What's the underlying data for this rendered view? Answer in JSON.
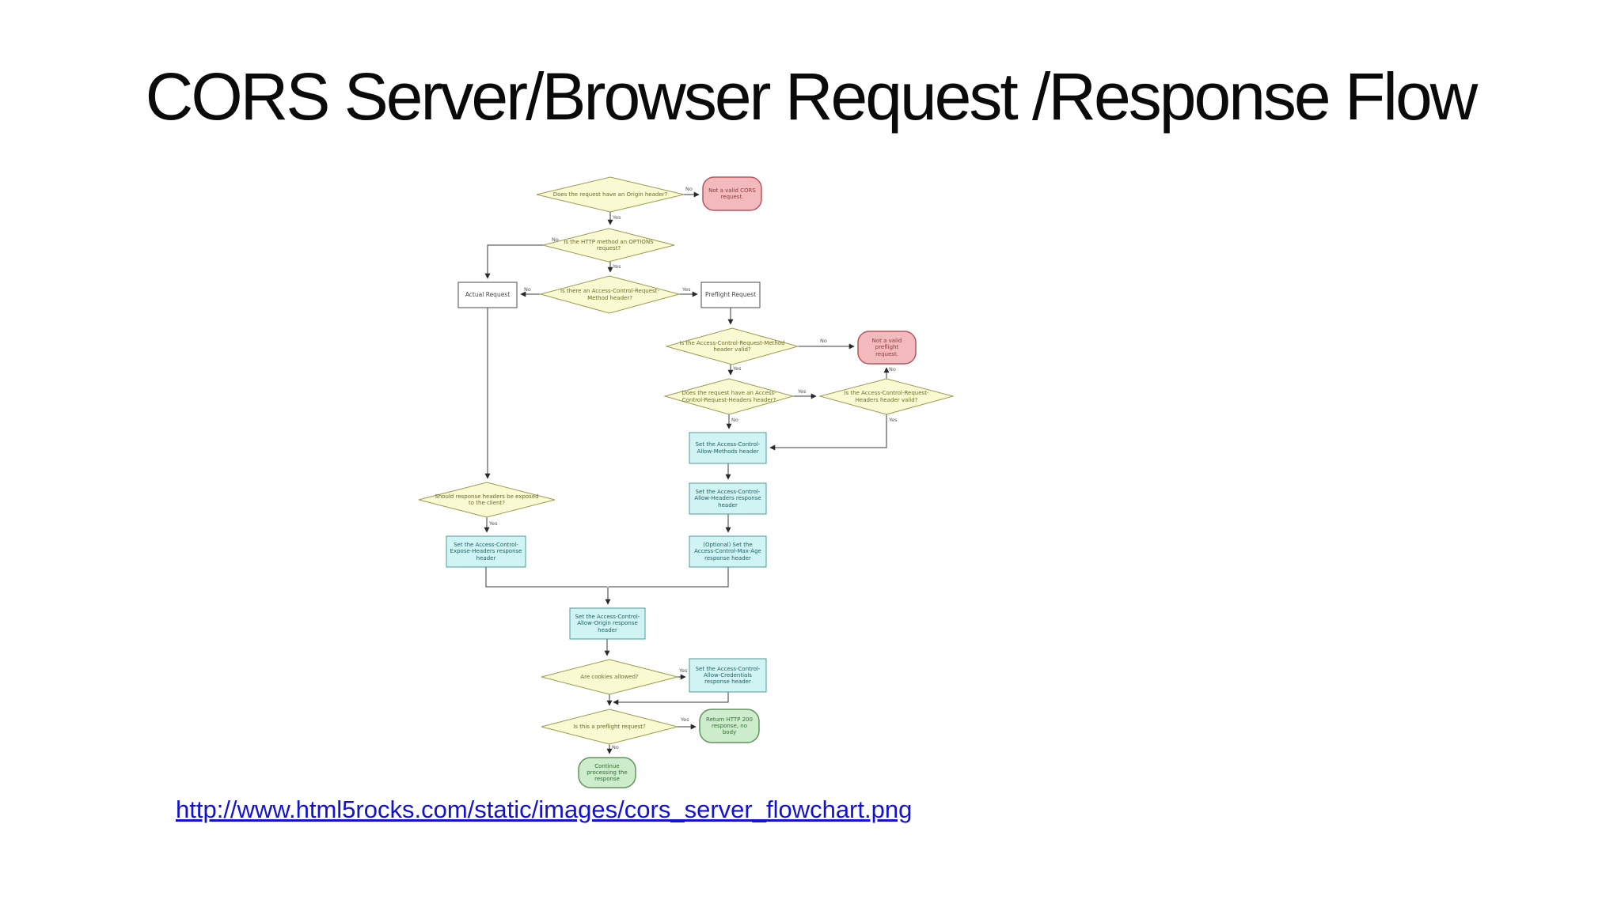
{
  "slide": {
    "title": "CORS Server/Browser Request /Response Flow",
    "source_link": "http://www.html5rocks.com/static/images/cors_server_flowchart.png"
  },
  "colors": {
    "background": "#ffffff",
    "decision_fill": "#fafad2",
    "decision_border": "#9b9b52",
    "error_fill": "#f3babd",
    "error_border": "#b3565c",
    "action_fill": "#d0f4f4",
    "action_border": "#4d9b9b",
    "success_fill": "#cdeccb",
    "success_border": "#61945d",
    "process_fill": "#ffffff",
    "process_border": "#4a4a4a",
    "connector": "#3a3a3a",
    "link_blue": "#1212cf"
  },
  "diagram": {
    "type": "flowchart",
    "nodes": {
      "origin_header": {
        "type": "decision",
        "label": "Does the request have an Origin header?"
      },
      "not_valid_cors": {
        "type": "terminator-error",
        "label": "Not a valid CORS request."
      },
      "options_method": {
        "type": "decision",
        "label": "Is the HTTP method an OPTIONS request?"
      },
      "actual_request": {
        "type": "process",
        "label": "Actual Request"
      },
      "request_method_header": {
        "type": "decision",
        "label": "Is there an Access-Control-Request-Method header?"
      },
      "preflight_request": {
        "type": "process",
        "label": "Preflight Request"
      },
      "request_method_valid": {
        "type": "decision",
        "label": "Is the Access-Control-Request-Method header valid?"
      },
      "not_valid_preflight": {
        "type": "terminator-error",
        "label": "Not a valid preflight request."
      },
      "request_headers_header": {
        "type": "decision",
        "label": "Does the request have an Access-Control-Request-Headers header?"
      },
      "request_headers_valid": {
        "type": "decision",
        "label": "Is the Access-Control-Request-Headers header valid?"
      },
      "allow_methods": {
        "type": "action",
        "label": "Set the Access-Control-Allow-Methods header"
      },
      "allow_headers": {
        "type": "action",
        "label": "Set the Access-Control-Allow-Headers response header"
      },
      "expose_headers_q": {
        "type": "decision",
        "label": "Should response headers be exposed to the client?"
      },
      "expose_headers": {
        "type": "action",
        "label": "Set the Access-Control-Expose-Headers response header"
      },
      "max_age": {
        "type": "action",
        "label": "(Optional) Set the Access-Control-Max-Age response header"
      },
      "allow_origin": {
        "type": "action",
        "label": "Set the Access-Control-Allow-Origin response header"
      },
      "cookies_q": {
        "type": "decision",
        "label": "Are cookies allowed?"
      },
      "allow_credentials": {
        "type": "action",
        "label": "Set the Access-Control-Allow-Credentials response header"
      },
      "preflight_q": {
        "type": "decision",
        "label": "Is this a preflight request?"
      },
      "http_200": {
        "type": "terminator-success",
        "label": "Return HTTP 200 response, no body"
      },
      "continue_processing": {
        "type": "terminator-success",
        "label": "Continue processing the response"
      }
    },
    "edges": [
      {
        "from": "origin_header",
        "to": "not_valid_cors",
        "label": "No"
      },
      {
        "from": "origin_header",
        "to": "options_method",
        "label": "Yes"
      },
      {
        "from": "options_method",
        "to": "actual_request",
        "label": "No"
      },
      {
        "from": "options_method",
        "to": "request_method_header",
        "label": "Yes"
      },
      {
        "from": "request_method_header",
        "to": "actual_request",
        "label": "No"
      },
      {
        "from": "request_method_header",
        "to": "preflight_request",
        "label": "Yes"
      },
      {
        "from": "preflight_request",
        "to": "request_method_valid",
        "label": ""
      },
      {
        "from": "request_method_valid",
        "to": "not_valid_preflight",
        "label": "No"
      },
      {
        "from": "request_method_valid",
        "to": "request_headers_header",
        "label": "Yes"
      },
      {
        "from": "request_headers_header",
        "to": "request_headers_valid",
        "label": "Yes"
      },
      {
        "from": "request_headers_valid",
        "to": "not_valid_preflight",
        "label": "No"
      },
      {
        "from": "request_headers_header",
        "to": "allow_methods",
        "label": "No"
      },
      {
        "from": "request_headers_valid",
        "to": "allow_methods",
        "label": "Yes"
      },
      {
        "from": "allow_methods",
        "to": "allow_headers",
        "label": ""
      },
      {
        "from": "allow_headers",
        "to": "max_age",
        "label": ""
      },
      {
        "from": "actual_request",
        "to": "expose_headers_q",
        "label": ""
      },
      {
        "from": "expose_headers_q",
        "to": "expose_headers",
        "label": "Yes"
      },
      {
        "from": "expose_headers",
        "to": "allow_origin",
        "label": ""
      },
      {
        "from": "max_age",
        "to": "allow_origin",
        "label": ""
      },
      {
        "from": "allow_origin",
        "to": "cookies_q",
        "label": ""
      },
      {
        "from": "cookies_q",
        "to": "allow_credentials",
        "label": "Yes"
      },
      {
        "from": "cookies_q",
        "to": "preflight_q",
        "label": ""
      },
      {
        "from": "allow_credentials",
        "to": "preflight_q",
        "label": ""
      },
      {
        "from": "preflight_q",
        "to": "http_200",
        "label": "Yes"
      },
      {
        "from": "preflight_q",
        "to": "continue_processing",
        "label": "No"
      }
    ]
  }
}
